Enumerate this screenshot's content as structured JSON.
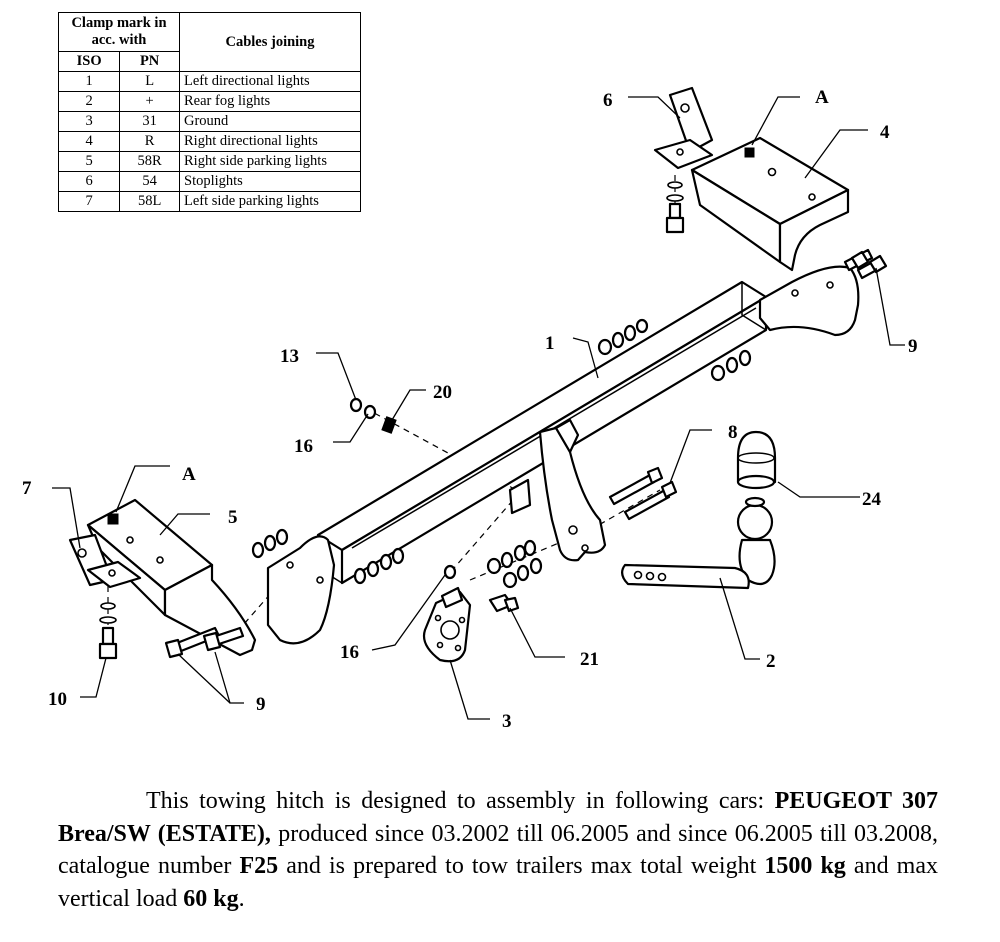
{
  "legend": {
    "header_clamp": "Clamp mark in acc. with",
    "header_cables": "Cables joining",
    "header_iso": "ISO",
    "header_pn": "PN",
    "rows": [
      {
        "iso": "1",
        "pn": "L",
        "cable": "Left directional lights"
      },
      {
        "iso": "2",
        "pn": "+",
        "cable": "Rear fog lights"
      },
      {
        "iso": "3",
        "pn": "31",
        "cable": "Ground"
      },
      {
        "iso": "4",
        "pn": "R",
        "cable": "Right directional lights"
      },
      {
        "iso": "5",
        "pn": "58R",
        "cable": "Right side parking lights"
      },
      {
        "iso": "6",
        "pn": "54",
        "cable": "Stoplights"
      },
      {
        "iso": "7",
        "pn": "58L",
        "cable": "Left side parking lights"
      }
    ]
  },
  "callouts": {
    "c1": "1",
    "c2": "2",
    "c3": "3",
    "c4": "4",
    "c5": "5",
    "c6": "6",
    "c7": "7",
    "c8": "8",
    "c9_right": "9",
    "c9_left": "9",
    "c10": "10",
    "c13": "13",
    "c16_top": "16",
    "c16_bottom": "16",
    "c20": "20",
    "c21": "21",
    "c24": "24",
    "a_right": "A",
    "a_left": "A"
  },
  "description": {
    "p1": "This towing hitch is designed to assembly in following cars:",
    "car": "PEUGEOT 307 Brea/SW (ESTATE),",
    "p2": " produced since 03.2002 till 06.2005 and since 06.2005 till 03.2008, catalogue number ",
    "catalogue": "F25",
    "p3": " and is prepared to tow trailers max total weight ",
    "weight": "1500 kg",
    "p4": " and max vertical load ",
    "load": "60 kg",
    "p5": "."
  }
}
